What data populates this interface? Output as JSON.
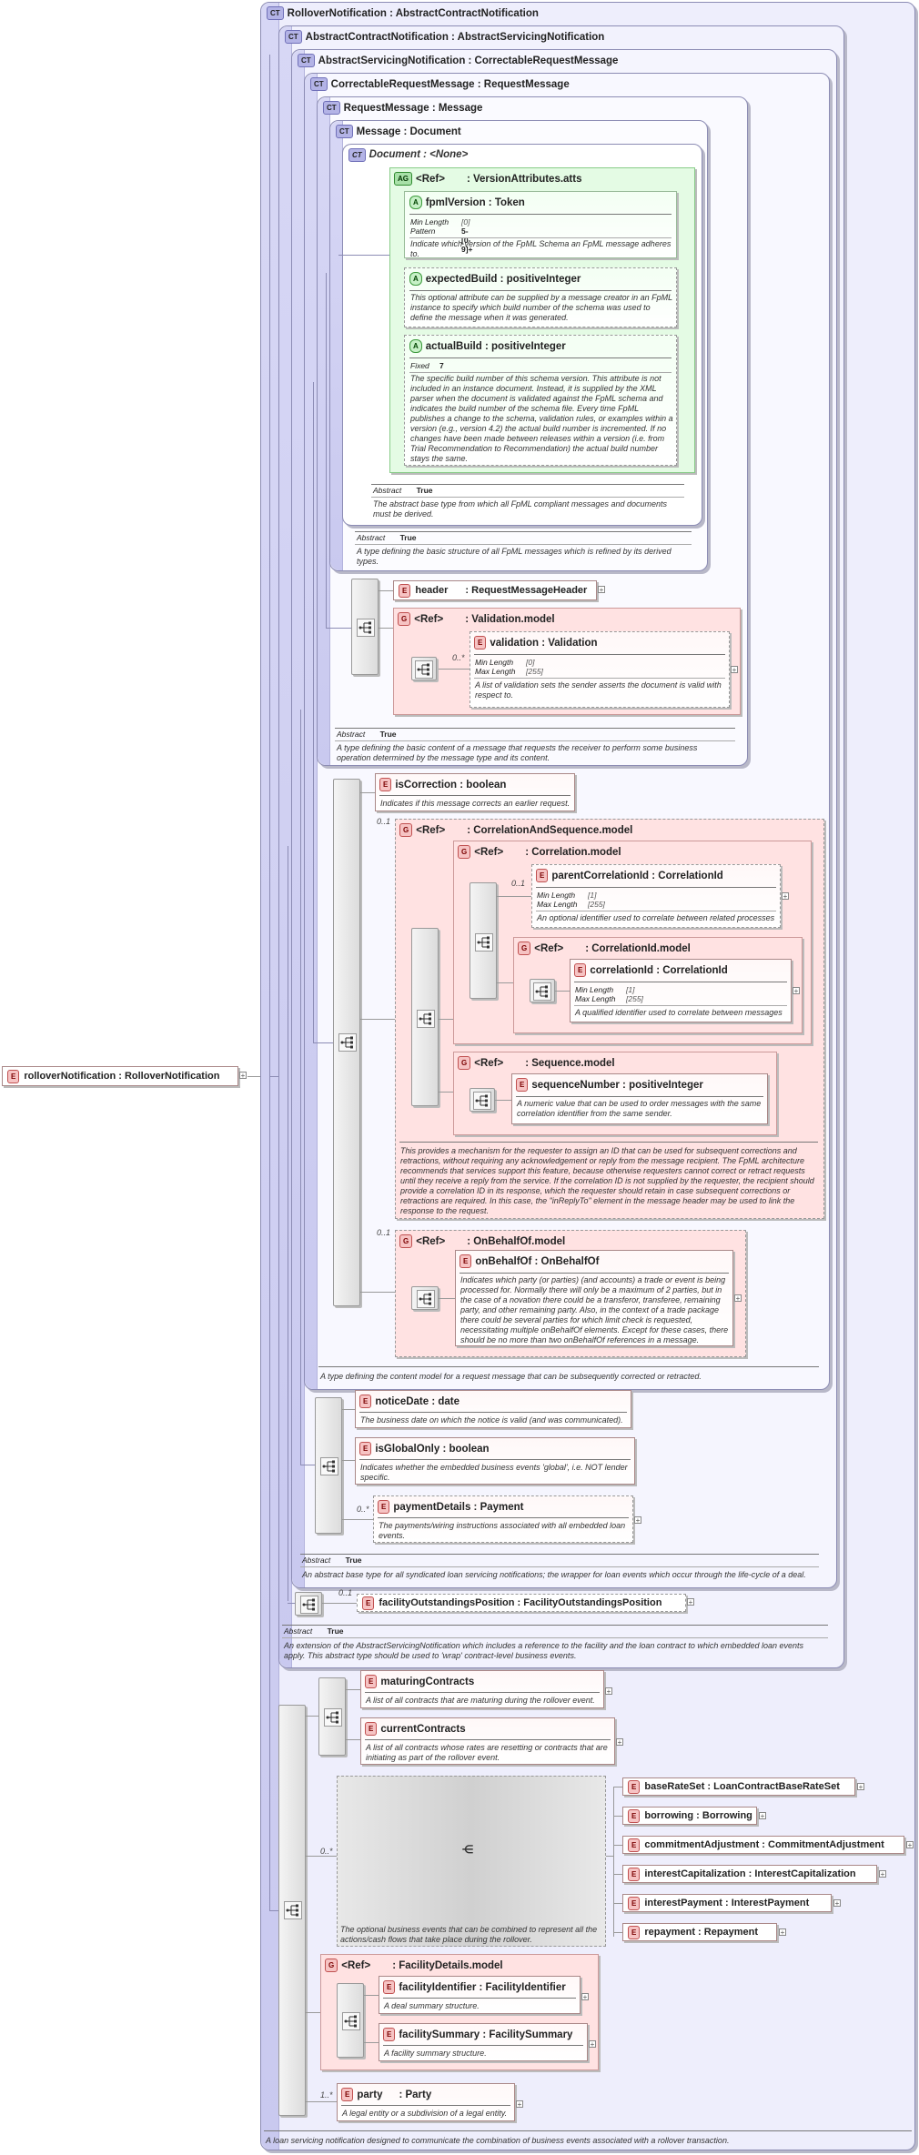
{
  "root": {
    "tag": "E",
    "label": "rolloverNotification : RolloverNotification",
    "doc": "A loan servicing notification designed to communicate the combination of business events associated with a rollover transaction."
  },
  "types": {
    "t1": {
      "tag": "CT",
      "label": "RolloverNotification : AbstractContractNotification"
    },
    "t2": {
      "tag": "CT",
      "label": "AbstractContractNotification : AbstractServicingNotification"
    },
    "t3": {
      "tag": "CT",
      "label": "AbstractServicingNotification : CorrectableRequestMessage"
    },
    "t4": {
      "tag": "CT",
      "label": "CorrectableRequestMessage : RequestMessage"
    },
    "t5": {
      "tag": "CT",
      "label": "RequestMessage : Message"
    },
    "t6": {
      "tag": "CT",
      "label": "Message : Document"
    },
    "t7": {
      "tag": "CT",
      "label": "Document : <None>"
    }
  },
  "version_attrs": {
    "tag": "AG",
    "ref": "<Ref>",
    "name": ": VersionAttributes.atts"
  },
  "fpmlVersion": {
    "tag": "A",
    "label": "fpmlVersion : Token",
    "facet1_k": "Min Length",
    "facet1_v": "[0]",
    "facet2_k": "Pattern",
    "facet2_v": "5-[0-9]+",
    "doc": "Indicate which version of the FpML Schema an FpML message adheres to."
  },
  "expectedBuild": {
    "tag": "A",
    "label": "expectedBuild : positiveInteger",
    "doc": "This optional attribute can be supplied by a message creator in an FpML instance to specify which build number of the schema was used to define the message when it was generated."
  },
  "actualBuild": {
    "tag": "A",
    "label": "actualBuild : positiveInteger",
    "fixed_k": "Fixed",
    "fixed_v": "7",
    "doc": "The specific build number of this schema version. This attribute is not included in an instance document. Instead, it is supplied by the XML parser when the document is validated against the FpML schema and indicates the build number of the schema file. Every time FpML publishes a change to the schema, validation rules, or examples within a version (e.g., version 4.2) the actual build number is incremented. If no changes have been made between releases within a version (i.e. from Trial Recommendation to Recommendation) the actual build number stays the same."
  },
  "doc_abstract": {
    "k": "Abstract",
    "v": "True",
    "doc": "The abstract base type from which all FpML compliant messages and documents must be derived."
  },
  "msg_abstract": {
    "k": "Abstract",
    "v": "True",
    "doc": "A type defining the basic structure of all FpML messages which is refined by its derived types."
  },
  "header": {
    "tag": "E",
    "label": "header",
    "type": ": RequestMessageHeader"
  },
  "validation_model": {
    "tag": "G",
    "ref": "<Ref>",
    "name": ": Validation.model"
  },
  "validation": {
    "tag": "E",
    "label": "validation : Validation",
    "card": "0..*",
    "f1k": "Min Length",
    "f1v": "[0]",
    "f2k": "Max Length",
    "f2v": "[255]",
    "doc": "A list of validation sets the sender asserts the document is valid with respect to."
  },
  "req_abstract": {
    "k": "Abstract",
    "v": "True",
    "doc": "A type defining the basic content of a message that requests the receiver to perform some business operation determined by the message type and its content."
  },
  "isCorrection": {
    "tag": "E",
    "label": "isCorrection : boolean",
    "doc": "Indicates if this message corrects an earlier request."
  },
  "corrSeq": {
    "card": "0..1",
    "tag": "G",
    "ref": "<Ref>",
    "name": ": CorrelationAndSequence.model",
    "doc": "This provides a mechanism for the requester to assign an ID that can be used for subsequent corrections and retractions, without requiring any acknowledgement or reply from the message recipient. The FpML architecture recommends that services support this feature, because otherwise requesters cannot correct or retract requests until they receive a reply from the service. If the correlation ID is not supplied by the requester, the recipient should provide a correlation ID in its response, which the requester should retain in case subsequent corrections or retractions are required. In this case, the \"inReplyTo\" element in the message header may be used to link the response to the request."
  },
  "corrModel": {
    "tag": "G",
    "ref": "<Ref>",
    "name": ": Correlation.model"
  },
  "parentCorr": {
    "tag": "E",
    "label": "parentCorrelationId : CorrelationId",
    "card": "0..1",
    "f1k": "Min Length",
    "f1v": "[1]",
    "f2k": "Max Length",
    "f2v": "[255]",
    "doc": "An optional identifier used to correlate between related processes"
  },
  "corrIdModel": {
    "tag": "G",
    "ref": "<Ref>",
    "name": ": CorrelationId.model"
  },
  "corrId": {
    "tag": "E",
    "label": "correlationId : CorrelationId",
    "f1k": "Min Length",
    "f1v": "[1]",
    "f2k": "Max Length",
    "f2v": "[255]",
    "doc": "A qualified identifier used to correlate between messages"
  },
  "seqModel": {
    "tag": "G",
    "ref": "<Ref>",
    "name": ": Sequence.model"
  },
  "seqNum": {
    "tag": "E",
    "label": "sequenceNumber : positiveInteger",
    "doc": "A numeric value that can be used to order messages with the same correlation identifier from the same sender."
  },
  "obo": {
    "card": "0..1",
    "tag": "G",
    "ref": "<Ref>",
    "name": ": OnBehalfOf.model"
  },
  "oboElem": {
    "tag": "E",
    "label": "onBehalfOf : OnBehalfOf",
    "doc": "Indicates which party (or parties) (and accounts) a trade or event is being processed for. Normally there will only be a maximum of 2 parties, but in the case of a novation there could be a transferor, transferee, remaining party, and other remaining party. Also, in the context of a trade package there could be several parties for which limit check is requested, necessitating multiple onBehalfOf elements. Except for these cases, there should be no more than two onBehalfOf references in a message."
  },
  "corr_doc": "A type defining the content model for a request message that can be subsequently corrected or retracted.",
  "noticeDate": {
    "tag": "E",
    "label": "noticeDate : date",
    "doc": "The business date on which the notice is valid (and was communicated)."
  },
  "isGlobalOnly": {
    "tag": "E",
    "label": "isGlobalOnly : boolean",
    "doc": "Indicates whether the embedded business events 'global', i.e. NOT lender specific."
  },
  "paymentDetails": {
    "tag": "E",
    "label": "paymentDetails : Payment",
    "card": "0..*",
    "doc": "The payments/wiring instructions associated with all embedded loan events."
  },
  "svc_abstract": {
    "k": "Abstract",
    "v": "True",
    "doc": "An abstract base type for all syndicated loan servicing notifications; the wrapper for loan events which occur through the life-cycle of a deal."
  },
  "facilityOutstandings": {
    "tag": "E",
    "label": "facilityOutstandingsPosition : FacilityOutstandingsPosition",
    "card": "0..1"
  },
  "contract_abstract": {
    "k": "Abstract",
    "v": "True",
    "doc": "An extension of the AbstractServicingNotification which includes a reference to the facility and the loan contract to which embedded loan events apply. This abstract type should be used to 'wrap' contract-level business events."
  },
  "maturingContracts": {
    "tag": "E",
    "label": "maturingContracts",
    "doc": "A list of all contracts that are maturing during the rollover event."
  },
  "currentContracts": {
    "tag": "E",
    "label": "currentContracts",
    "doc": "A list of all contracts whose rates are resetting or contracts that are initiating as part of the rollover event."
  },
  "choice": {
    "card": "0..*",
    "doc": "The optional business events that can be combined to represent all the actions/cash flows that take place during the rollover."
  },
  "choiceItems": [
    {
      "tag": "E",
      "label": "baseRateSet : LoanContractBaseRateSet"
    },
    {
      "tag": "E",
      "label": "borrowing : Borrowing"
    },
    {
      "tag": "E",
      "label": "commitmentAdjustment : CommitmentAdjustment"
    },
    {
      "tag": "E",
      "label": "interestCapitalization : InterestCapitalization"
    },
    {
      "tag": "E",
      "label": "interestPayment : InterestPayment"
    },
    {
      "tag": "E",
      "label": "repayment : Repayment"
    }
  ],
  "facilityModel": {
    "tag": "G",
    "ref": "<Ref>",
    "name": ": FacilityDetails.model"
  },
  "facilityIdentifier": {
    "tag": "E",
    "label": "facilityIdentifier : FacilityIdentifier",
    "doc": "A deal summary structure."
  },
  "facilitySummary": {
    "tag": "E",
    "label": "facilitySummary : FacilitySummary",
    "doc": "A facility summary structure."
  },
  "party": {
    "tag": "E",
    "label": "party : Party",
    "lname": "party",
    "ltype": ": Party",
    "card": "1..*",
    "doc": "A legal entity or a subdivision of a legal entity."
  }
}
